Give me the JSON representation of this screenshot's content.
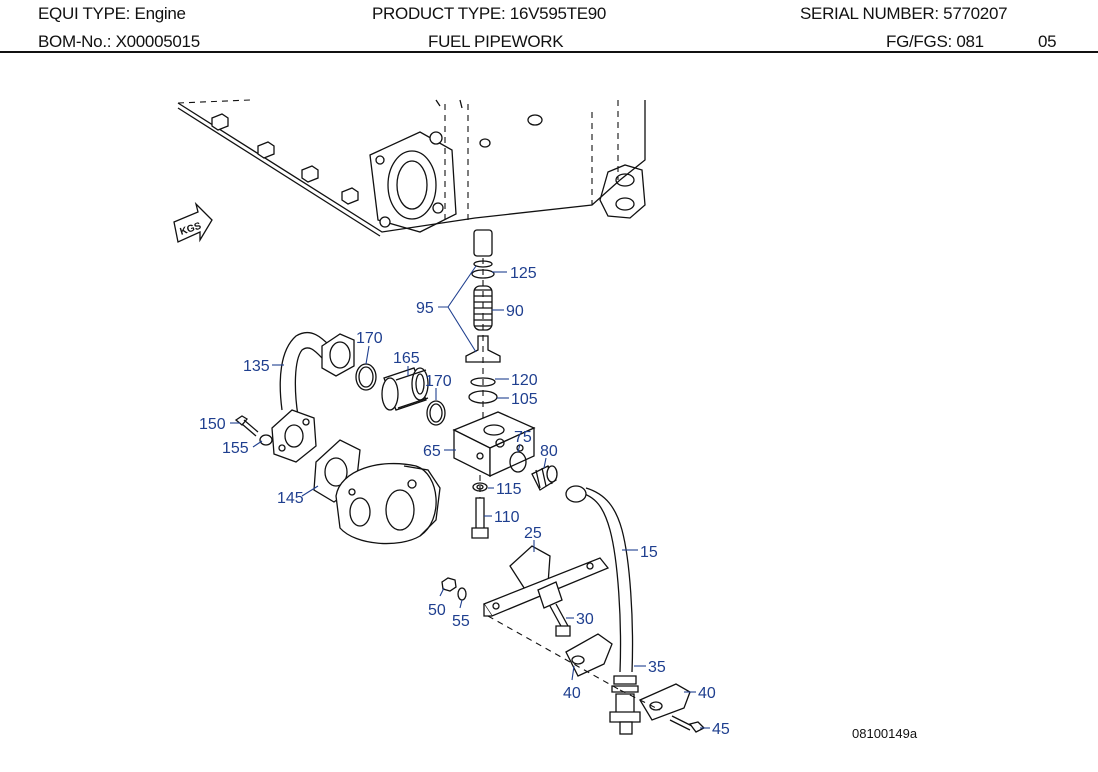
{
  "header": {
    "equi_type": "EQUI TYPE:  Engine",
    "product_type": "PRODUCT TYPE:  16V595TE90",
    "serial_number": "SERIAL NUMBER:  5770207",
    "bom_no": "BOM-No.:  X00005015",
    "title": "FUEL PIPEWORK",
    "fg_fgs": "FG/FGS:  081",
    "fg_suffix": "05"
  },
  "diagram": {
    "badge": "KGS",
    "reference": "08100149a",
    "callouts": {
      "c125": "125",
      "c95": "95",
      "c90": "90",
      "c170a": "170",
      "c135": "135",
      "c165": "165",
      "c170b": "170",
      "c120": "120",
      "c105": "105",
      "c150": "150",
      "c155": "155",
      "c65": "65",
      "c75": "75",
      "c80": "80",
      "c115": "115",
      "c145": "145",
      "c110": "110",
      "c25": "25",
      "c15": "15",
      "c50": "50",
      "c55": "55",
      "c30": "30",
      "c35": "35",
      "c40a": "40",
      "c40b": "40",
      "c45": "45"
    }
  }
}
